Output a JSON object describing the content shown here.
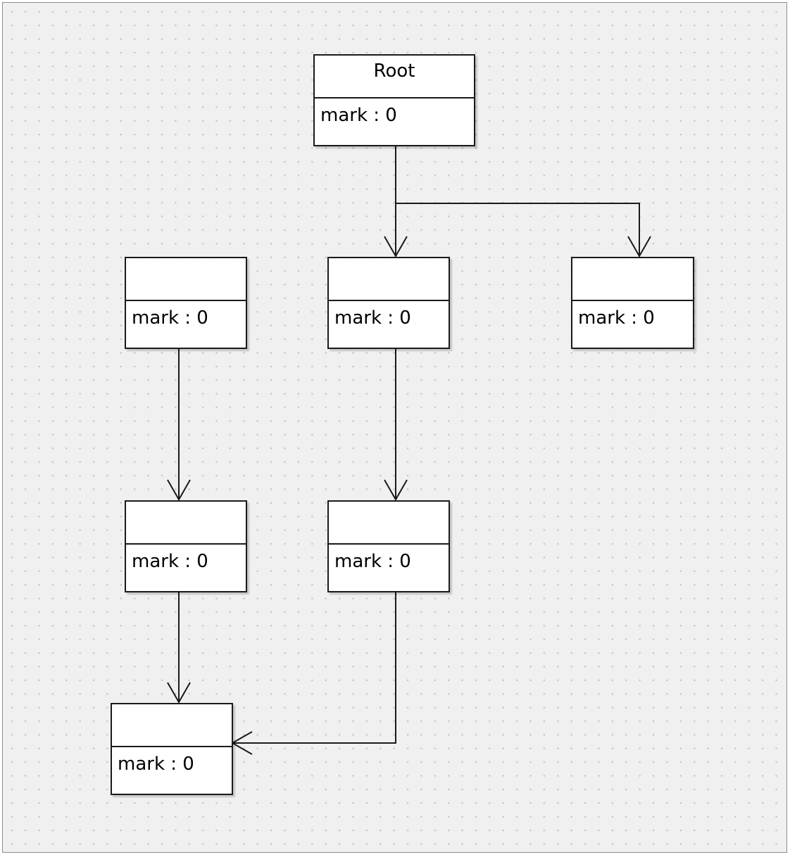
{
  "nodes": [
    {
      "id": "root",
      "name": "Root",
      "attribute": "mark : 0"
    },
    {
      "id": "left-top",
      "name": "",
      "attribute": "mark : 0"
    },
    {
      "id": "middle-top",
      "name": "",
      "attribute": "mark : 0"
    },
    {
      "id": "right-top",
      "name": "",
      "attribute": "mark : 0"
    },
    {
      "id": "left-middle",
      "name": "",
      "attribute": "mark : 0"
    },
    {
      "id": "middle-middle",
      "name": "",
      "attribute": "mark : 0"
    },
    {
      "id": "bottom",
      "name": "",
      "attribute": "mark : 0"
    }
  ],
  "edges": [
    {
      "from": "root",
      "to": "middle-top"
    },
    {
      "from": "root",
      "to": "right-top"
    },
    {
      "from": "left-top",
      "to": "left-middle"
    },
    {
      "from": "middle-top",
      "to": "middle-middle"
    },
    {
      "from": "left-middle",
      "to": "bottom"
    },
    {
      "from": "middle-middle",
      "to": "bottom"
    }
  ],
  "colors": {
    "canvas": "#f0f0f0",
    "grid_dot": "#c8c8c8",
    "line": "#1a1a1a",
    "node_fill": "#ffffff"
  }
}
